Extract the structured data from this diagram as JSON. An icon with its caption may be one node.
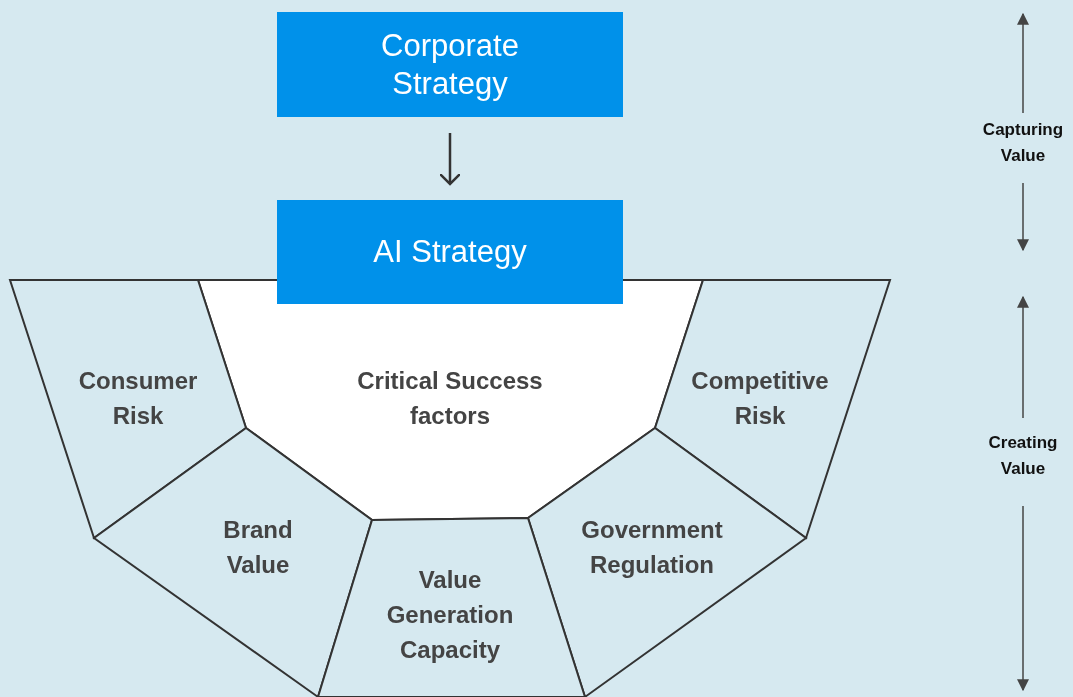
{
  "diagram": {
    "nodes": [
      {
        "text": [
          "Corporate Strategy"
        ]
      },
      {
        "text": [
          "AI Strategy"
        ]
      },
      {
        "text": [
          "Critical Success factors"
        ]
      },
      {
        "text": [
          "Consumer Risk"
        ]
      },
      {
        "text": [
          "Competitive Risk"
        ]
      },
      {
        "text": [
          "Brand Value"
        ]
      },
      {
        "text": [
          "Government Regulation"
        ]
      },
      {
        "text": [
          "Value Generation Capacity"
        ]
      }
    ],
    "edges": [
      {
        "from": 0,
        "to": 1,
        "arrow": "to"
      }
    ],
    "labels": [
      "Capturing Value",
      "Creating Value"
    ]
  }
}
